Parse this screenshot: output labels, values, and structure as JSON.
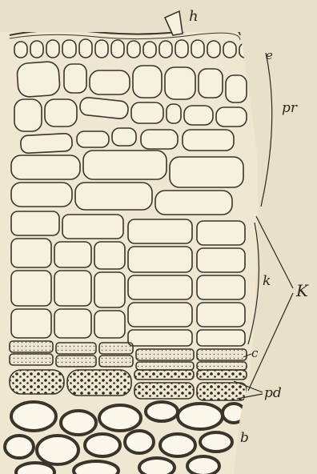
{
  "figure": {
    "background": "#e9e0c9",
    "ink": "#3a342b",
    "labels": {
      "h": "h",
      "e": "e",
      "pr": "pr",
      "k": "k",
      "K": "K",
      "c": "c",
      "pd": "pd",
      "b": "b"
    }
  }
}
